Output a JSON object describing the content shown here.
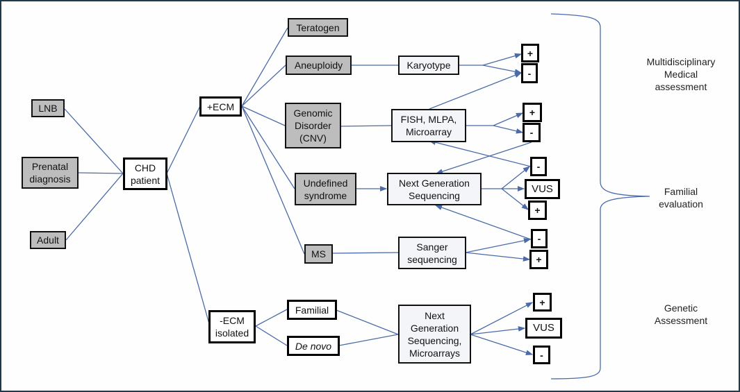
{
  "diagram": {
    "sources": [
      {
        "id": "lnb",
        "label": "LNB"
      },
      {
        "id": "prenatal",
        "label": "Prenatal\ndiagnosis"
      },
      {
        "id": "adult",
        "label": "Adult"
      }
    ],
    "root": {
      "label": "CHD\npatient"
    },
    "ecm_positive": {
      "label": "+ECM"
    },
    "ecm_negative": {
      "label": "-ECM\nisolated"
    },
    "positive_branches": [
      {
        "id": "teratogen",
        "label": "Teratogen"
      },
      {
        "id": "aneuploidy",
        "label": "Aneuploidy"
      },
      {
        "id": "genomic",
        "label": "Genomic\nDisorder\n(CNV)"
      },
      {
        "id": "undefined",
        "label": "Undefined\nsyndrome"
      },
      {
        "id": "ms",
        "label": "MS"
      }
    ],
    "tests": [
      {
        "id": "karyotype",
        "label": "Karyotype"
      },
      {
        "id": "fish",
        "label": "FISH, MLPA,\nMicroarray"
      },
      {
        "id": "ngs",
        "label": "Next Generation\nSequencing"
      },
      {
        "id": "sanger",
        "label": "Sanger\nsequencing"
      },
      {
        "id": "ngs_micro",
        "label": "Next\nGeneration\nSequencing,\nMicroarrays"
      }
    ],
    "negative_branches": [
      {
        "id": "familial",
        "label": "Familial"
      },
      {
        "id": "denovo",
        "label": "De novo"
      }
    ],
    "results": {
      "karyotype": [
        "+",
        "-"
      ],
      "fish": [
        "+",
        "-"
      ],
      "ngs": [
        "-",
        "VUS",
        "+"
      ],
      "sanger": [
        "-",
        "+"
      ],
      "ngs_micro": [
        "+",
        "VUS",
        "-"
      ]
    },
    "assessments": [
      {
        "id": "multidisciplinary",
        "label": "Multidisciplinary\nMedical\nassessment"
      },
      {
        "id": "familial_eval",
        "label": "Familial\nevaluation"
      },
      {
        "id": "genetic",
        "label": "Genetic\nAssessment"
      }
    ],
    "colors": {
      "line": "#4a6aa8",
      "frame": "#1f3a4d",
      "gray_box": "#bdbdbd"
    }
  }
}
